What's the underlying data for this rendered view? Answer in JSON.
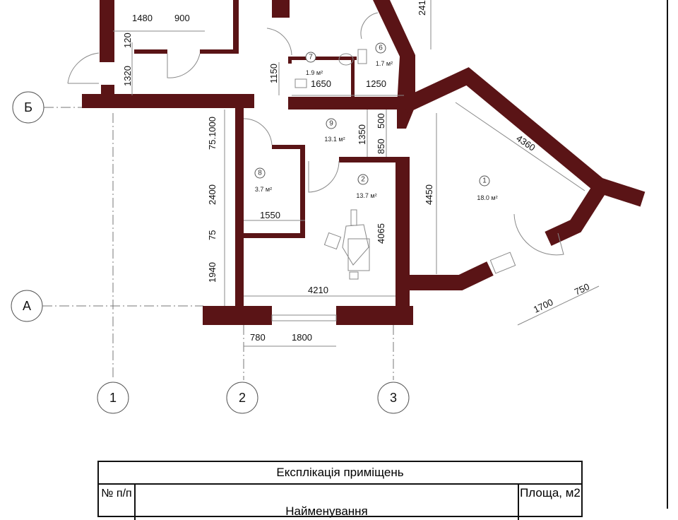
{
  "plan": {
    "axes": {
      "row_b": "Б",
      "row_a": "А",
      "col_1": "1",
      "col_2": "2",
      "col_3": "3"
    },
    "rooms": [
      {
        "number": "1",
        "area": "18.0 м²"
      },
      {
        "number": "2",
        "area": "13.7 м²"
      },
      {
        "number": "6",
        "area": "1.7 м²"
      },
      {
        "number": "7",
        "area": "1.9 м²"
      },
      {
        "number": "8",
        "area": "3.7 м²"
      },
      {
        "number": "9",
        "area": "13.1 м²"
      }
    ],
    "dimensions": {
      "d1480": "1480",
      "d900": "900",
      "d120": "120",
      "d1320": "1320",
      "d1150": "1150",
      "d1650": "1650",
      "d1250": "1250",
      "d241": "241",
      "d500": "500",
      "d1350": "1350",
      "d850": "850",
      "d1000": "75.1000",
      "d2400": "2400",
      "d75": "75",
      "d1940": "1940",
      "d1550": "1550",
      "d4065": "4065",
      "d4210": "4210",
      "d780": "780",
      "d1800": "1800",
      "d4450": "4450",
      "d4360": "4360",
      "d1700": "1700",
      "d750": "750"
    }
  },
  "table": {
    "title": "Експлікація приміщень",
    "col_number": "№ п/п",
    "col_name": "Найменування",
    "col_area": "Площа, м2"
  }
}
